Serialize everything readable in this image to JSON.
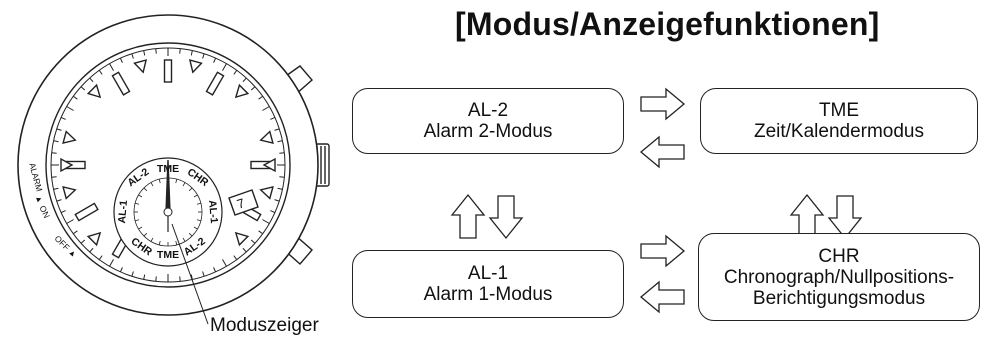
{
  "title": "[Modus/Anzeigefunktionen]",
  "modes": {
    "al2": {
      "code": "AL-2",
      "name": "Alarm 2-Modus"
    },
    "tme": {
      "code": "TME",
      "name": "Zeit/Kalendermodus"
    },
    "al1": {
      "code": "AL-1",
      "name": "Alarm 1-Modus"
    },
    "chr": {
      "code": "CHR",
      "name_line1": "Chronograph/Nullpositions-",
      "name_line2": "Berichtigungsmodus"
    }
  },
  "watch": {
    "date_window": "7",
    "bezel_labels": {
      "alarm": "ALARM",
      "on": "ON",
      "off": "OFF"
    },
    "subdial_labels": {
      "top_left": "AL-2",
      "top": "TME",
      "top_right": "CHR",
      "left": "AL-1",
      "right": "AL-1",
      "bottom_left": "CHR",
      "bottom": "TME",
      "bottom_right": "AL-2"
    }
  },
  "pointer_label": "Moduszeiger"
}
